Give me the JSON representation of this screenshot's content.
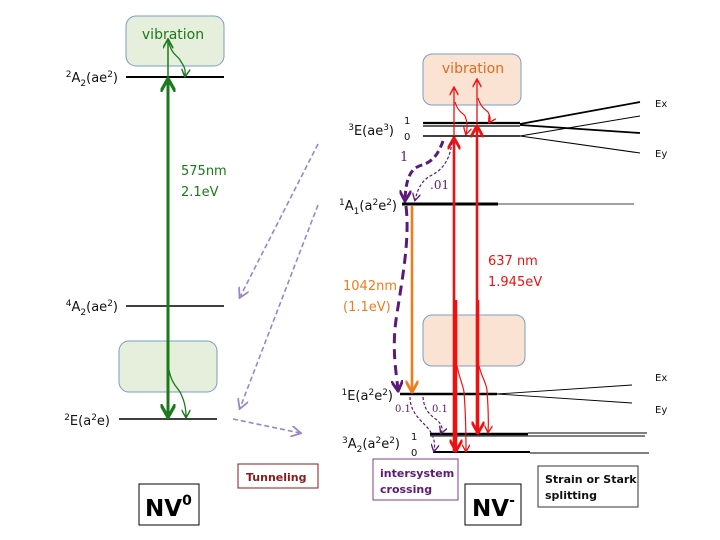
{
  "title": "NV center energy level diagram (NV0 and NV-)",
  "colors": {
    "green": "#1a7a1a",
    "red": "#ee1111",
    "orange": "#f07c1c",
    "purple": "#5c1a78",
    "lavender": "#9a86c8",
    "tunneling_border": "#8b1a1a",
    "isc_border": "#8a3a8a",
    "vib_green_fill": "#e6eedc",
    "vib_orange_fill": "#fbe3d3",
    "vib_border": "#7a9cc4"
  },
  "nv0": {
    "label_main": "NV",
    "label_sup": "0",
    "levels": {
      "a2": {
        "pre": "2",
        "main": "A",
        "sub": "2",
        "tail": "(ae",
        "sup2": "2",
        "end": ")"
      },
      "a4": {
        "pre": "4",
        "main": "A",
        "sub": "2",
        "tail": "(ae",
        "sup2": "2",
        "end": ")"
      },
      "e2": {
        "pre": "2",
        "main": "E(a",
        "sup2": "2",
        "end": "e)"
      }
    },
    "vibration_label": "vibration",
    "transition_nm": "575nm",
    "transition_ev": "2.1eV"
  },
  "nvm": {
    "label_main": "NV",
    "label_sup": "-",
    "levels": {
      "e3": {
        "pre": "3",
        "main": "E(ae",
        "sup2": "3",
        "end": ")"
      },
      "a1": {
        "pre": "1",
        "main": "A",
        "sub": "1",
        "tail": "(a",
        "sup2": "2",
        "mid": "e",
        "sup3": "2",
        "end": ")"
      },
      "e1": {
        "pre": "1",
        "main": "E(a",
        "sup2": "2",
        "mid": "e",
        "sup3": "2",
        "end": ")"
      },
      "a3": {
        "pre": "3",
        "main": "A",
        "sub": "2",
        "tail": "(a",
        "sup2": "2",
        "mid": "e",
        "sup3": "2",
        "end": ")"
      }
    },
    "spin_labels": {
      "upper": "1",
      "lower": "0"
    },
    "vibration_label": "vibration",
    "red_transition_nm": "637 nm",
    "red_transition_ev": "1.945eV",
    "orange_transition_nm": "1042nm",
    "orange_transition_ev": "(1.1eV)",
    "isc_rates": {
      "to_a1_strong": "1",
      "to_a1_weak": ".01",
      "from_e1_left": "0.1",
      "from_e1_right": "0.1"
    },
    "split_labels": {
      "e3_x": "Ex",
      "e3_y": "Ey",
      "e1_x": "Ex",
      "e1_y": "Ey"
    }
  },
  "legend": {
    "tunneling": "Tunneling",
    "isc_line1": "intersystem",
    "isc_line2": "crossing",
    "strain_line1": "Strain or Stark",
    "strain_line2": "splitting"
  }
}
